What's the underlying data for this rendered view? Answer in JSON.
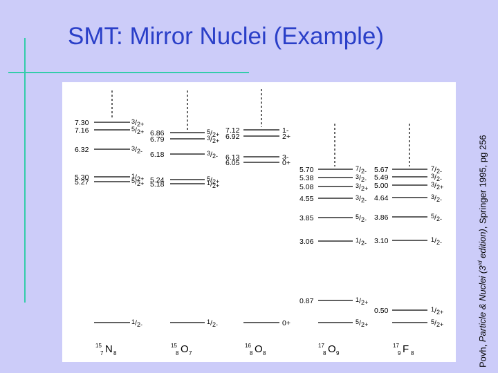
{
  "title": "SMT: Mirror Nuclei (Example)",
  "citation": {
    "author": "Povh, ",
    "book": "Particle & Nuclei (3",
    "sup": "rd",
    "edition": " edition)",
    "rest": ", Springer 1995, pg 256"
  },
  "nuclei": [
    {
      "name": "N",
      "A": "15",
      "Z": "7",
      "N": "8",
      "levels": [
        {
          "e": "",
          "j": "1/2-"
        },
        {
          "e": "5.27",
          "j": "5/2+"
        },
        {
          "e": "5.30",
          "j": "1/2+"
        },
        {
          "e": "6.32",
          "j": "3/2-"
        },
        {
          "e": "7.16",
          "j": "5/2+"
        },
        {
          "e": "7.30",
          "j": "3/2+"
        }
      ]
    },
    {
      "name": "O",
      "A": "15",
      "Z": "8",
      "N": "7",
      "levels": [
        {
          "e": "",
          "j": "1/2-"
        },
        {
          "e": "5.18",
          "j": "1/2+"
        },
        {
          "e": "5.24",
          "j": "5/2+"
        },
        {
          "e": "6.18",
          "j": "3/2-"
        },
        {
          "e": "6.79",
          "j": "3/2+"
        },
        {
          "e": "6.86",
          "j": "5/2+"
        }
      ]
    },
    {
      "name": "O",
      "A": "16",
      "Z": "8",
      "N": "8",
      "levels": [
        {
          "e": "",
          "j": "0+"
        },
        {
          "e": "6.05",
          "j": "0+"
        },
        {
          "e": "6.13",
          "j": "3-"
        },
        {
          "e": "6.92",
          "j": "2+"
        },
        {
          "e": "7.12",
          "j": "1-"
        }
      ]
    },
    {
      "name": "O",
      "A": "17",
      "Z": "8",
      "N": "9",
      "levels": [
        {
          "e": "",
          "j": "5/2+"
        },
        {
          "e": "0.87",
          "j": "1/2+"
        },
        {
          "e": "3.06",
          "j": "1/2-"
        },
        {
          "e": "3.85",
          "j": "5/2-"
        },
        {
          "e": "4.55",
          "j": "3/2-"
        },
        {
          "e": "5.08",
          "j": "3/2+"
        },
        {
          "e": "5.38",
          "j": "3/2-"
        },
        {
          "e": "5.70",
          "j": "7/2-"
        }
      ]
    },
    {
      "name": "F",
      "A": "17",
      "Z": "9",
      "N": "8",
      "levels": [
        {
          "e": "",
          "j": "5/2+"
        },
        {
          "e": "0.50",
          "j": "1/2+"
        },
        {
          "e": "3.10",
          "j": "1/2-"
        },
        {
          "e": "3.86",
          "j": "5/2-"
        },
        {
          "e": "4.64",
          "j": "3/2-"
        },
        {
          "e": "5.00",
          "j": "3/2+"
        },
        {
          "e": "5.49",
          "j": "3/2-"
        },
        {
          "e": "5.67",
          "j": "7/2-"
        }
      ]
    }
  ]
}
